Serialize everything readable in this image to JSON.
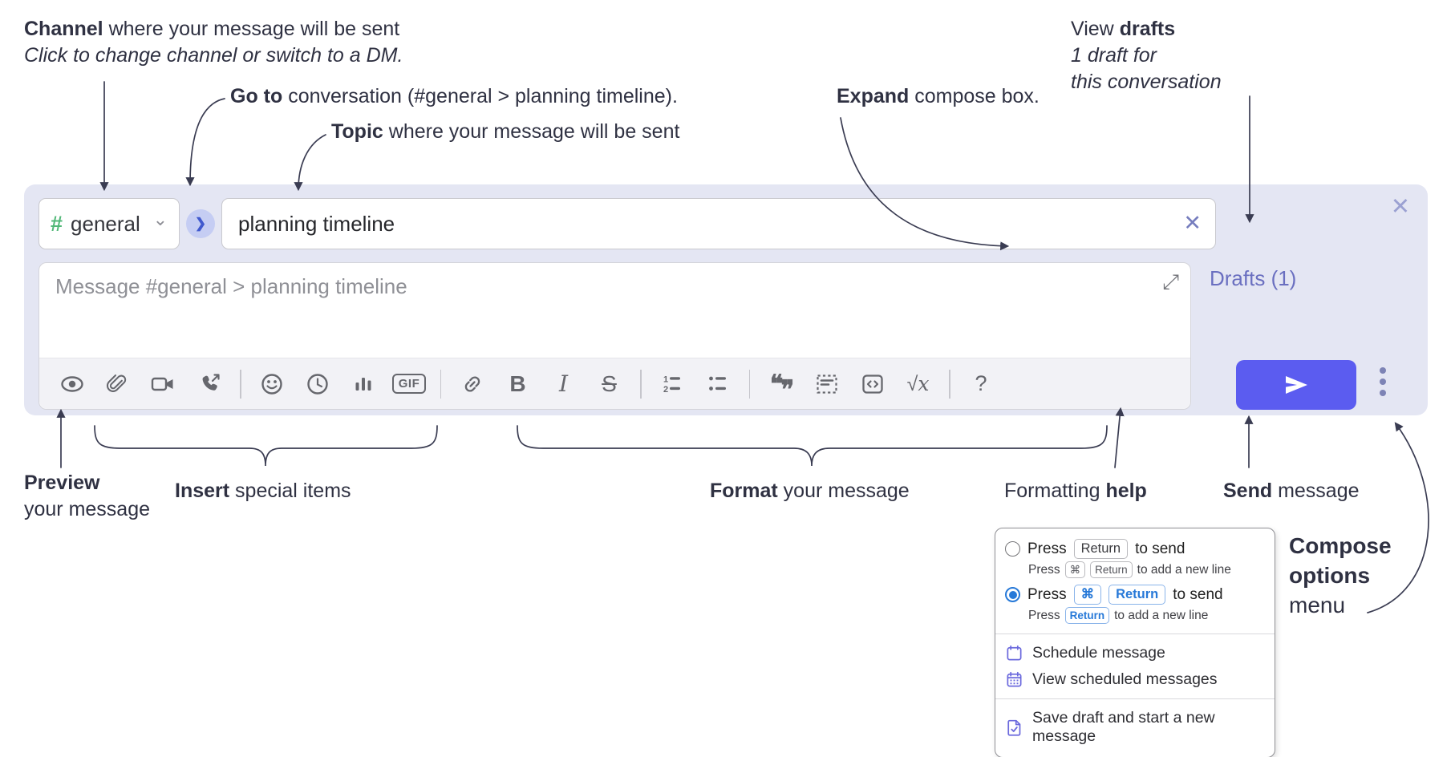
{
  "annotations": {
    "channel": {
      "bold": "Channel",
      "rest": " where your message will be sent",
      "line2": "Click to change channel or switch to a DM."
    },
    "goto": {
      "bold": "Go to",
      "rest": " conversation (#general > planning timeline)."
    },
    "topic": {
      "bold": "Topic",
      "rest": " where your message will be sent"
    },
    "expand": {
      "bold": "Expand",
      "rest": " compose box."
    },
    "view_drafts": {
      "pre": "View ",
      "bold": "drafts",
      "line2": "1 draft for",
      "line3": "this conversation"
    },
    "preview": {
      "bold": "Preview",
      "line2": "your message"
    },
    "insert": {
      "bold": "Insert",
      "rest": " special items"
    },
    "format": {
      "bold": "Format",
      "rest": " your message"
    },
    "formatting_help": {
      "pre": "Formatting ",
      "bold": "help"
    },
    "send": {
      "bold": "Send",
      "rest": " message"
    },
    "compose_options": {
      "line1": "Compose",
      "line2": "options",
      "line3": "menu"
    }
  },
  "compose": {
    "channel_selector": {
      "hash": "#",
      "name": "general",
      "chevron": "⌄"
    },
    "goto_icon": "❯",
    "topic_input": {
      "value": "planning timeline",
      "clear_icon": "✕"
    },
    "close_icon": "✕",
    "message_placeholder": "Message #general > planning timeline",
    "expand_icon": "⤢",
    "drafts_link": "Drafts (1)",
    "toolbar": {
      "gif_label": "GIF",
      "bold_label": "B",
      "italic_label": "I",
      "strike_label": "S",
      "quote_open": "❝",
      "quote_close": "❞",
      "math_sqrt": "√",
      "math_x": "x",
      "help_label": "?",
      "ol_num1": "1",
      "ol_num2": "2"
    }
  },
  "popup": {
    "option1": {
      "press": "Press",
      "key": "Return",
      "suffix": "to send",
      "sub": {
        "press": "Press",
        "key1": "⌘",
        "key2": "Return",
        "suffix": "to add a new line"
      }
    },
    "option2": {
      "press": "Press",
      "key1": "⌘",
      "key2": "Return",
      "suffix": "to send",
      "sub": {
        "press": "Press",
        "key": "Return",
        "suffix": "to add a new line"
      }
    },
    "items": [
      {
        "label": "Schedule message"
      },
      {
        "label": "View scheduled messages"
      },
      {
        "label": "Save draft and start a new message"
      }
    ]
  },
  "colors": {
    "accent_send": "#5b5cf0",
    "compose_background": "#e4e6f3",
    "channel_hash_green": "#52b878",
    "drafts_link": "#6a6fc0",
    "shortcut_blue": "#2779d8",
    "menu_icon_purple": "#6b69dd"
  }
}
